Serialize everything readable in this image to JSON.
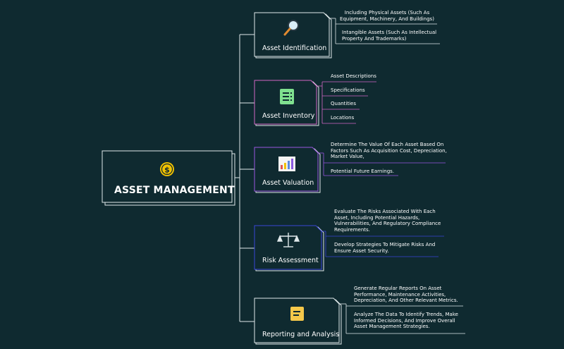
{
  "root": {
    "title": "ASSET MANAGEMENT",
    "icon": "dollar-coin-icon"
  },
  "colors": {
    "background": "#0f2a30",
    "default_border": "#dfe8ea",
    "inventory_accent": "#d067c4",
    "valuation_accent": "#9a55e0",
    "risk_accent": "#3a46d6",
    "coin": "#f2c200",
    "inventory_icon": "#7fe08f",
    "report_icon": "#f5c84a"
  },
  "branches": [
    {
      "label": "Asset Identification",
      "icon": "magnifier-icon",
      "items": [
        "Including Physical Assets (Such As Equipment, Machinery, And Buildings)",
        "Intangible Assets (Such As Intellectual Property And Trademarks)"
      ]
    },
    {
      "label": "Asset Inventory",
      "icon": "clipboard-list-icon",
      "items": [
        "Asset Descriptions",
        "Specifications",
        "Quantities",
        "Locations"
      ]
    },
    {
      "label": "Asset Valuation",
      "icon": "bar-chart-icon",
      "items": [
        "Determine The Value Of Each Asset Based On Factors Such As Acquisition Cost, Depreciation, Market Value,",
        "Potential Future Earnings."
      ]
    },
    {
      "label": "Risk Assessment",
      "icon": "balance-scale-icon",
      "items": [
        "Evaluate The Risks Associated With Each Asset, Including Potential Hazards, Vulnerabilities, And Regulatory Compliance Requirements.",
        "Develop Strategies To Mitigate Risks And Ensure Asset Security."
      ]
    },
    {
      "label": "Reporting and Analysis",
      "icon": "report-document-icon",
      "items": [
        "Generate Regular Reports On Asset Performance, Maintenance Activities, Depreciation, And Other Relevant Metrics.",
        "Analyze The Data To Identify Trends, Make Informed Decisions, And Improve Overall Asset Management Strategies."
      ]
    }
  ]
}
